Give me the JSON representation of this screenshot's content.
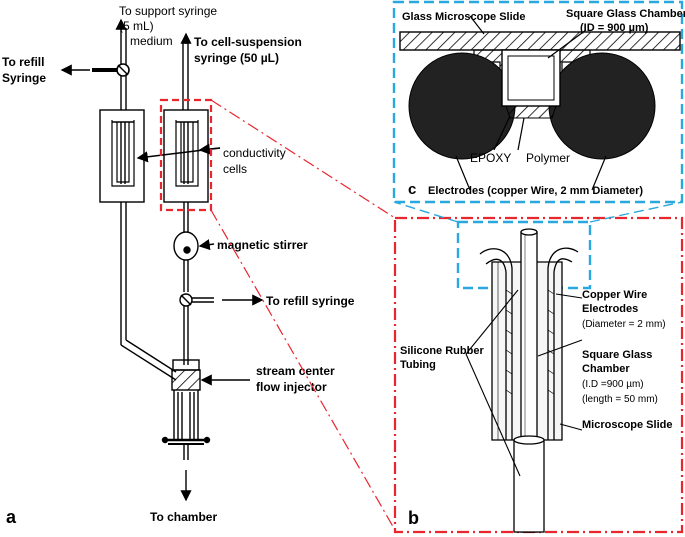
{
  "panel_a": {
    "label": "a",
    "support_syringe_line1": "To support syringe",
    "support_syringe_line2": "(5 mL)",
    "medium": "medium",
    "refill_line1": "To refill",
    "refill_line2": "Syringe",
    "cell_suspension_line1": "To cell-suspension",
    "cell_suspension_line2": "syringe (50 µL)",
    "conductivity_line1": "conductivity",
    "conductivity_line2": "cells",
    "magnetic_stirrer": "magnetic stirrer",
    "refill_syringe": "To refill syringe",
    "injector_line1": "stream center",
    "injector_line2": "flow injector",
    "to_chamber": "To chamber"
  },
  "panel_b": {
    "label": "b",
    "copper_line1": "Copper Wire",
    "copper_line2": "Electrodes",
    "copper_line3": "(Diameter = 2 mm)",
    "silicone_line1": "Silicone Rubber",
    "silicone_line2": "Tubing",
    "square_line1": "Square Glass",
    "square_line2": "Chamber",
    "square_line3": "(I.D =900 µm)",
    "square_line4": "(length = 50 mm)",
    "slide": "Microscope Slide"
  },
  "panel_c": {
    "label": "c",
    "slide": "Glass Microscope Slide",
    "chamber_line1": "Square Glass Chamber",
    "chamber_line2": "(ID = 900 µm)",
    "epoxy": "EPOXY",
    "polymer": "Polymer",
    "electrodes": "Electrodes (copper Wire, 2 mm Diameter)"
  },
  "colors": {
    "red_frame": "#e8262d",
    "blue_frame": "#29a8e0",
    "ink": "#000000"
  }
}
